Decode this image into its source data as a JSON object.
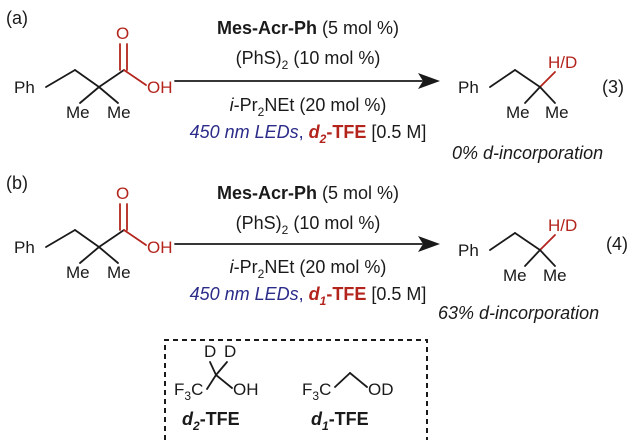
{
  "panels": [
    {
      "tag": "(a)",
      "eq_no": "(3)",
      "reactant": {
        "ph": "Ph",
        "carbonyl_o": "O",
        "oh": "OH",
        "me1": "Me",
        "me2": "Me"
      },
      "conditions": {
        "catalyst": "Mes-Acr-Ph",
        "catalyst_load": " (5 mol %)",
        "cocat_main": "(PhS)",
        "cocat_sub": "2",
        "cocat_load": " (10 mol %)",
        "base_prefix": "i",
        "base_main": "-Pr",
        "base_sub": "2",
        "base_rest": "NEt (20 mol %)",
        "light": "450 nm LEDs",
        "comma": ", ",
        "solvent_d": "d",
        "solvent_sub": "2",
        "solvent_rest": "-TFE",
        "conc": " [0.5 M]"
      },
      "product": {
        "ph": "Ph",
        "hd": "H/D",
        "me1": "Me",
        "me2": "Me"
      },
      "result": "0% d-incorporation"
    },
    {
      "tag": "(b)",
      "eq_no": "(4)",
      "reactant": {
        "ph": "Ph",
        "carbonyl_o": "O",
        "oh": "OH",
        "me1": "Me",
        "me2": "Me"
      },
      "conditions": {
        "catalyst": "Mes-Acr-Ph",
        "catalyst_load": " (5 mol %)",
        "cocat_main": "(PhS)",
        "cocat_sub": "2",
        "cocat_load": " (10 mol %)",
        "base_prefix": "i",
        "base_main": "-Pr",
        "base_sub": "2",
        "base_rest": "NEt (20 mol %)",
        "light": "450 nm LEDs",
        "comma": ", ",
        "solvent_d": "d",
        "solvent_sub": "1",
        "solvent_rest": "-TFE",
        "conc": " [0.5 M]"
      },
      "product": {
        "ph": "Ph",
        "hd": "H/D",
        "me1": "Me",
        "me2": "Me"
      },
      "result": "63% d-incorporation"
    }
  ],
  "legend": {
    "d2": {
      "d_top1": "D",
      "d_top2": "D",
      "f3c_main": "F",
      "f3c_sub": "3",
      "f3c_c": "C",
      "oh": "OH",
      "name_d": "d",
      "name_sub": "2",
      "name_rest": "-TFE"
    },
    "d1": {
      "f3c_main": "F",
      "f3c_sub": "3",
      "f3c_c": "C",
      "od": "OD",
      "name_d": "d",
      "name_sub": "1",
      "name_rest": "-TFE"
    }
  },
  "colors": {
    "heteroatom": "#b3241d",
    "light_text": "#2b2b8a",
    "ink": "#1a1a1a"
  }
}
